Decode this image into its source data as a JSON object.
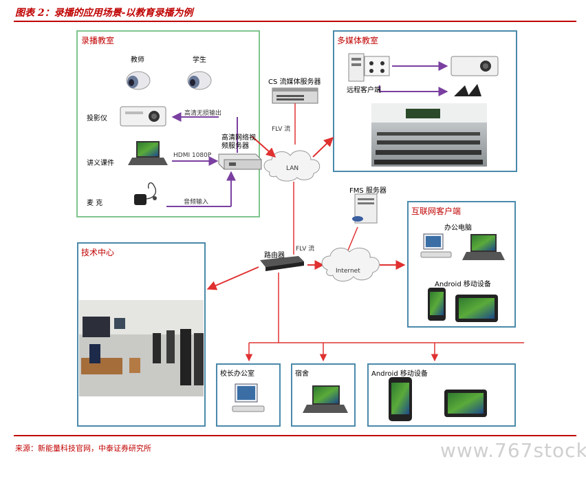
{
  "figure_title": "图表 2：录播的应用场景-以教育录播为例",
  "source": "来源：新能量科技官网，中泰证券研究所",
  "watermark": "www.767stock.",
  "boxes": {
    "recording_room": {
      "title": "录播教室",
      "teacher": "教师",
      "student": "学生",
      "projector": "投影仪",
      "courseware": "讲义课件",
      "microphone": "麦  克",
      "hd_server": "高清网络视频服务器",
      "hd_output": "高清无损输出",
      "hdmi": "HDMI 1080P",
      "audio_in": "音频输入"
    },
    "multimedia_room": {
      "title": "多媒体教室",
      "remote_client": "远程客户端"
    },
    "tech_center": {
      "title": "技术中心"
    },
    "internet_client": {
      "title": "互联网客户端",
      "office_pc": "办公电脑",
      "android": "Android 移动设备"
    },
    "principal_office": {
      "title": "校长办公室"
    },
    "dorm": {
      "title": "宿舍"
    },
    "android_bottom": {
      "title": "Android 移动设备"
    }
  },
  "network": {
    "cs_server": "CS 流媒体服务器",
    "flv1": "FLV 流",
    "lan": "LAN",
    "fms_server": "FMS 服务器",
    "flv2": "FLV 流",
    "router": "路由器",
    "internet": "Internet"
  },
  "colors": {
    "accent_red": "#c00000",
    "arrow_red": "#e03030",
    "arrow_purple": "#7a3fa0",
    "green_border": "#7fc58e",
    "blue_border": "#4a89aa"
  }
}
